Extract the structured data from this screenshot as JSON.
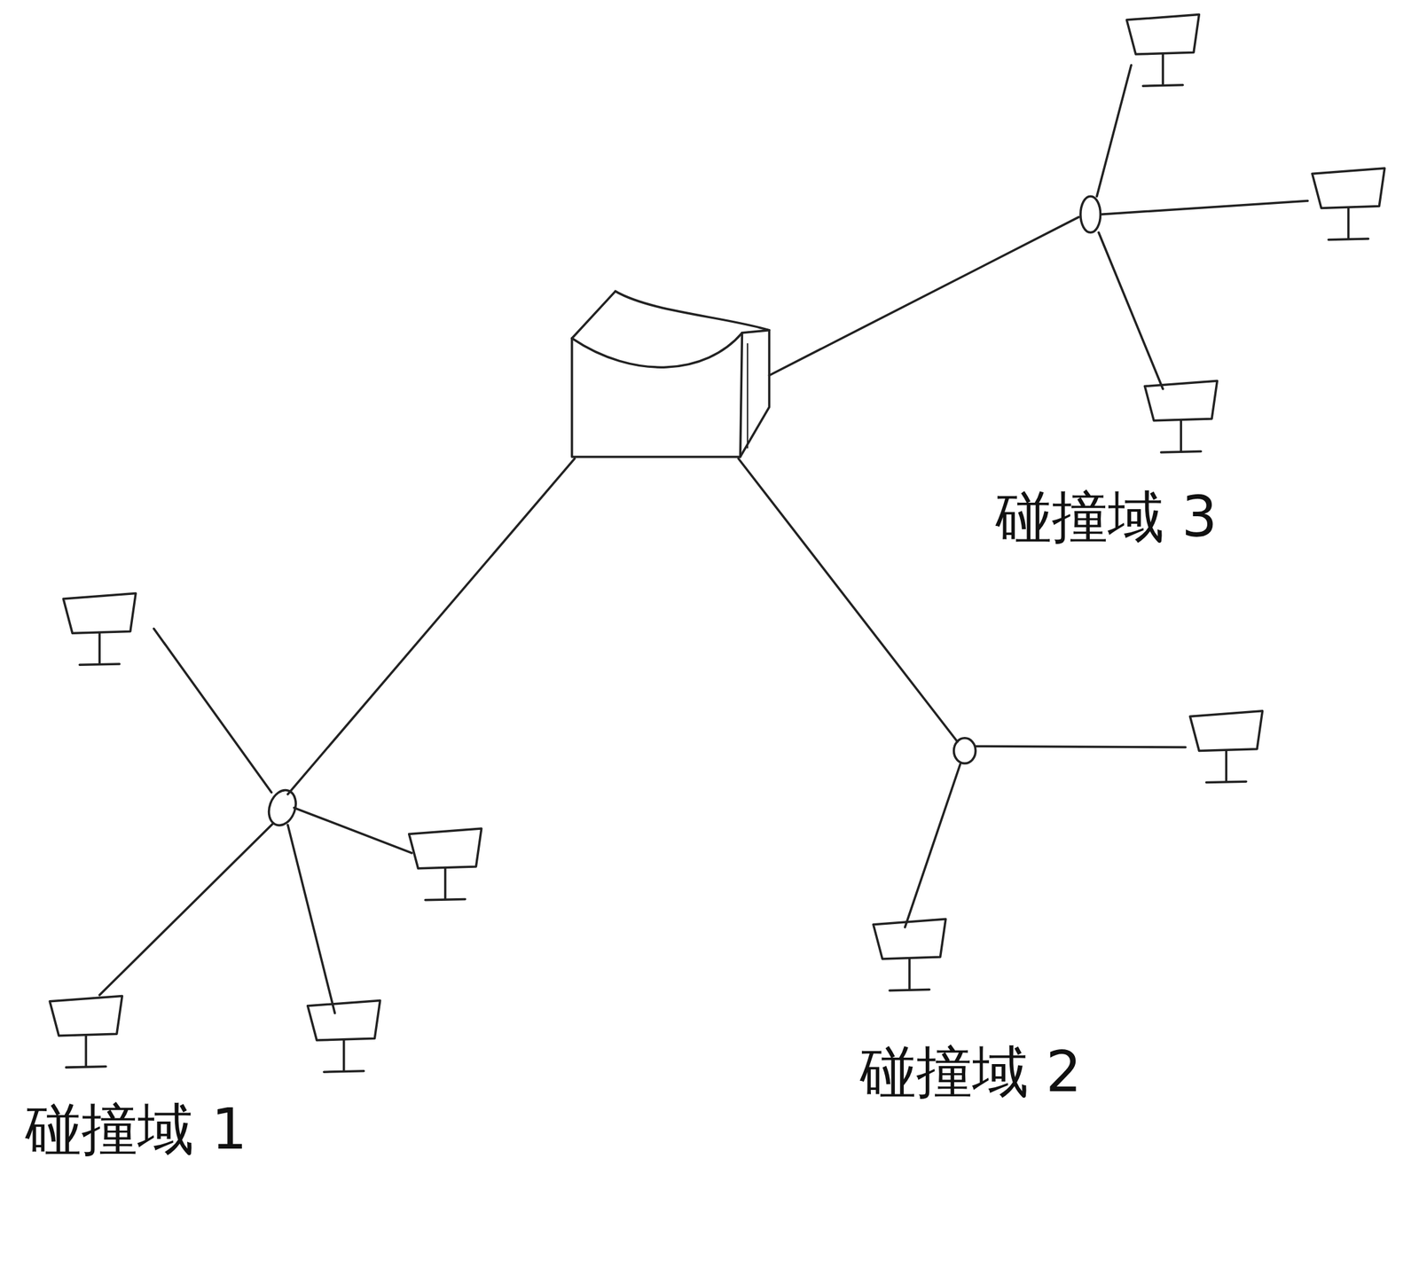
{
  "diagram": {
    "labels": [
      "碰撞域 3",
      "碰撞域 2",
      "碰撞域 1"
    ]
  }
}
